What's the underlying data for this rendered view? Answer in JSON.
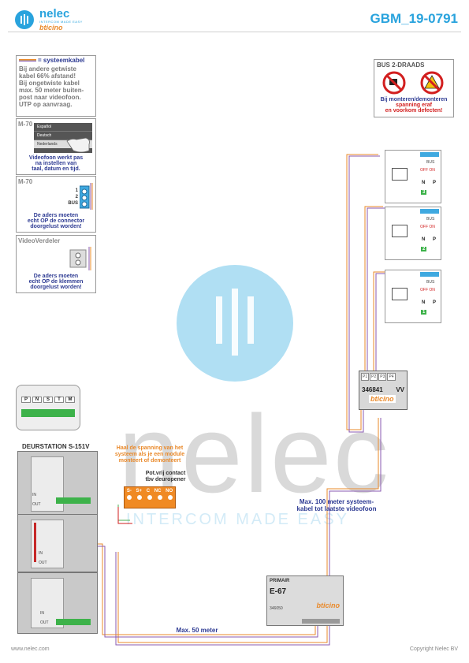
{
  "header": {
    "logo_name": "nelec",
    "logo_tagline": "INTERCOM MADE EASY",
    "logo_partner": "bticino",
    "doc_id": "GBM_19-0791"
  },
  "legend": {
    "cable_label": "= systeemkabel",
    "lines": [
      "Bij andere getwiste",
      "kabel 66% afstand!",
      "Bij ongetwiste kabel",
      "max. 50 meter buiten-",
      "post naar videofoon.",
      "UTP op aanvraag."
    ]
  },
  "m70_lang": {
    "title": "M-70",
    "options": [
      "Español",
      "Deutsch",
      "Nederlands"
    ],
    "caption": [
      "Videofoon werkt pas",
      "na instellen van",
      "taal, datum en tijd."
    ]
  },
  "m70_conn": {
    "title": "M-70",
    "pins": [
      "1",
      "2",
      "BUS"
    ],
    "caption": [
      "De aders moeten",
      "echt OP de connector",
      "doorgelust worden!"
    ]
  },
  "videoverdeler": {
    "title": "VideoVerdeler",
    "caption": [
      "De aders moeten",
      "echt OP de klemmen",
      "doorgelust worden!"
    ]
  },
  "warning": {
    "title": "BUS 2-DRAADS",
    "caption": [
      "Bij monteren/demonteren",
      "spanning eraf",
      "en voorkom defecten!"
    ]
  },
  "monitors": [
    {
      "number": "3",
      "bus": "BUS",
      "off_on": "OFF ON",
      "n": "N",
      "p": "P"
    },
    {
      "number": "2",
      "bus": "BUS",
      "off_on": "OFF ON",
      "n": "N",
      "p": "P"
    },
    {
      "number": "1",
      "bus": "BUS",
      "off_on": "OFF ON",
      "n": "N",
      "p": "P"
    }
  ],
  "distributor": {
    "ports": [
      "P1",
      "P2",
      "P3",
      "P4"
    ],
    "model": "346841",
    "vv": "VV",
    "brand": "bticino"
  },
  "door_station": {
    "title": "DEURSTATION S-151V",
    "terminal_labels": [
      "P",
      "N",
      "S",
      "T",
      "M"
    ],
    "in": "IN",
    "out": "OUT"
  },
  "orange_note": [
    "Haal de spanning van het",
    "systeem als je een module",
    "monteert of demonteert"
  ],
  "relay": {
    "caption": [
      "Pot.vrij contact",
      "tbv deuropener"
    ],
    "terminals": [
      "S-",
      "S+",
      "C",
      "NC",
      "NO"
    ]
  },
  "cable_note": [
    "Max. 100 meter systeem-",
    "kabel tot laatste videofoon"
  ],
  "psu": {
    "label": "PRIMAIR",
    "model": "E-67",
    "code": "346050",
    "brand": "bticino"
  },
  "max50": "Max. 50 meter",
  "footer": {
    "website": "www.nelec.com",
    "copyright": "Copyright Nelec BV"
  },
  "watermark": {
    "name": "nelec",
    "tagline": "INTERCOM MADE EASY"
  },
  "colors": {
    "accent": "#29a3dd",
    "orange": "#e9892a",
    "navy": "#2e3b93"
  }
}
